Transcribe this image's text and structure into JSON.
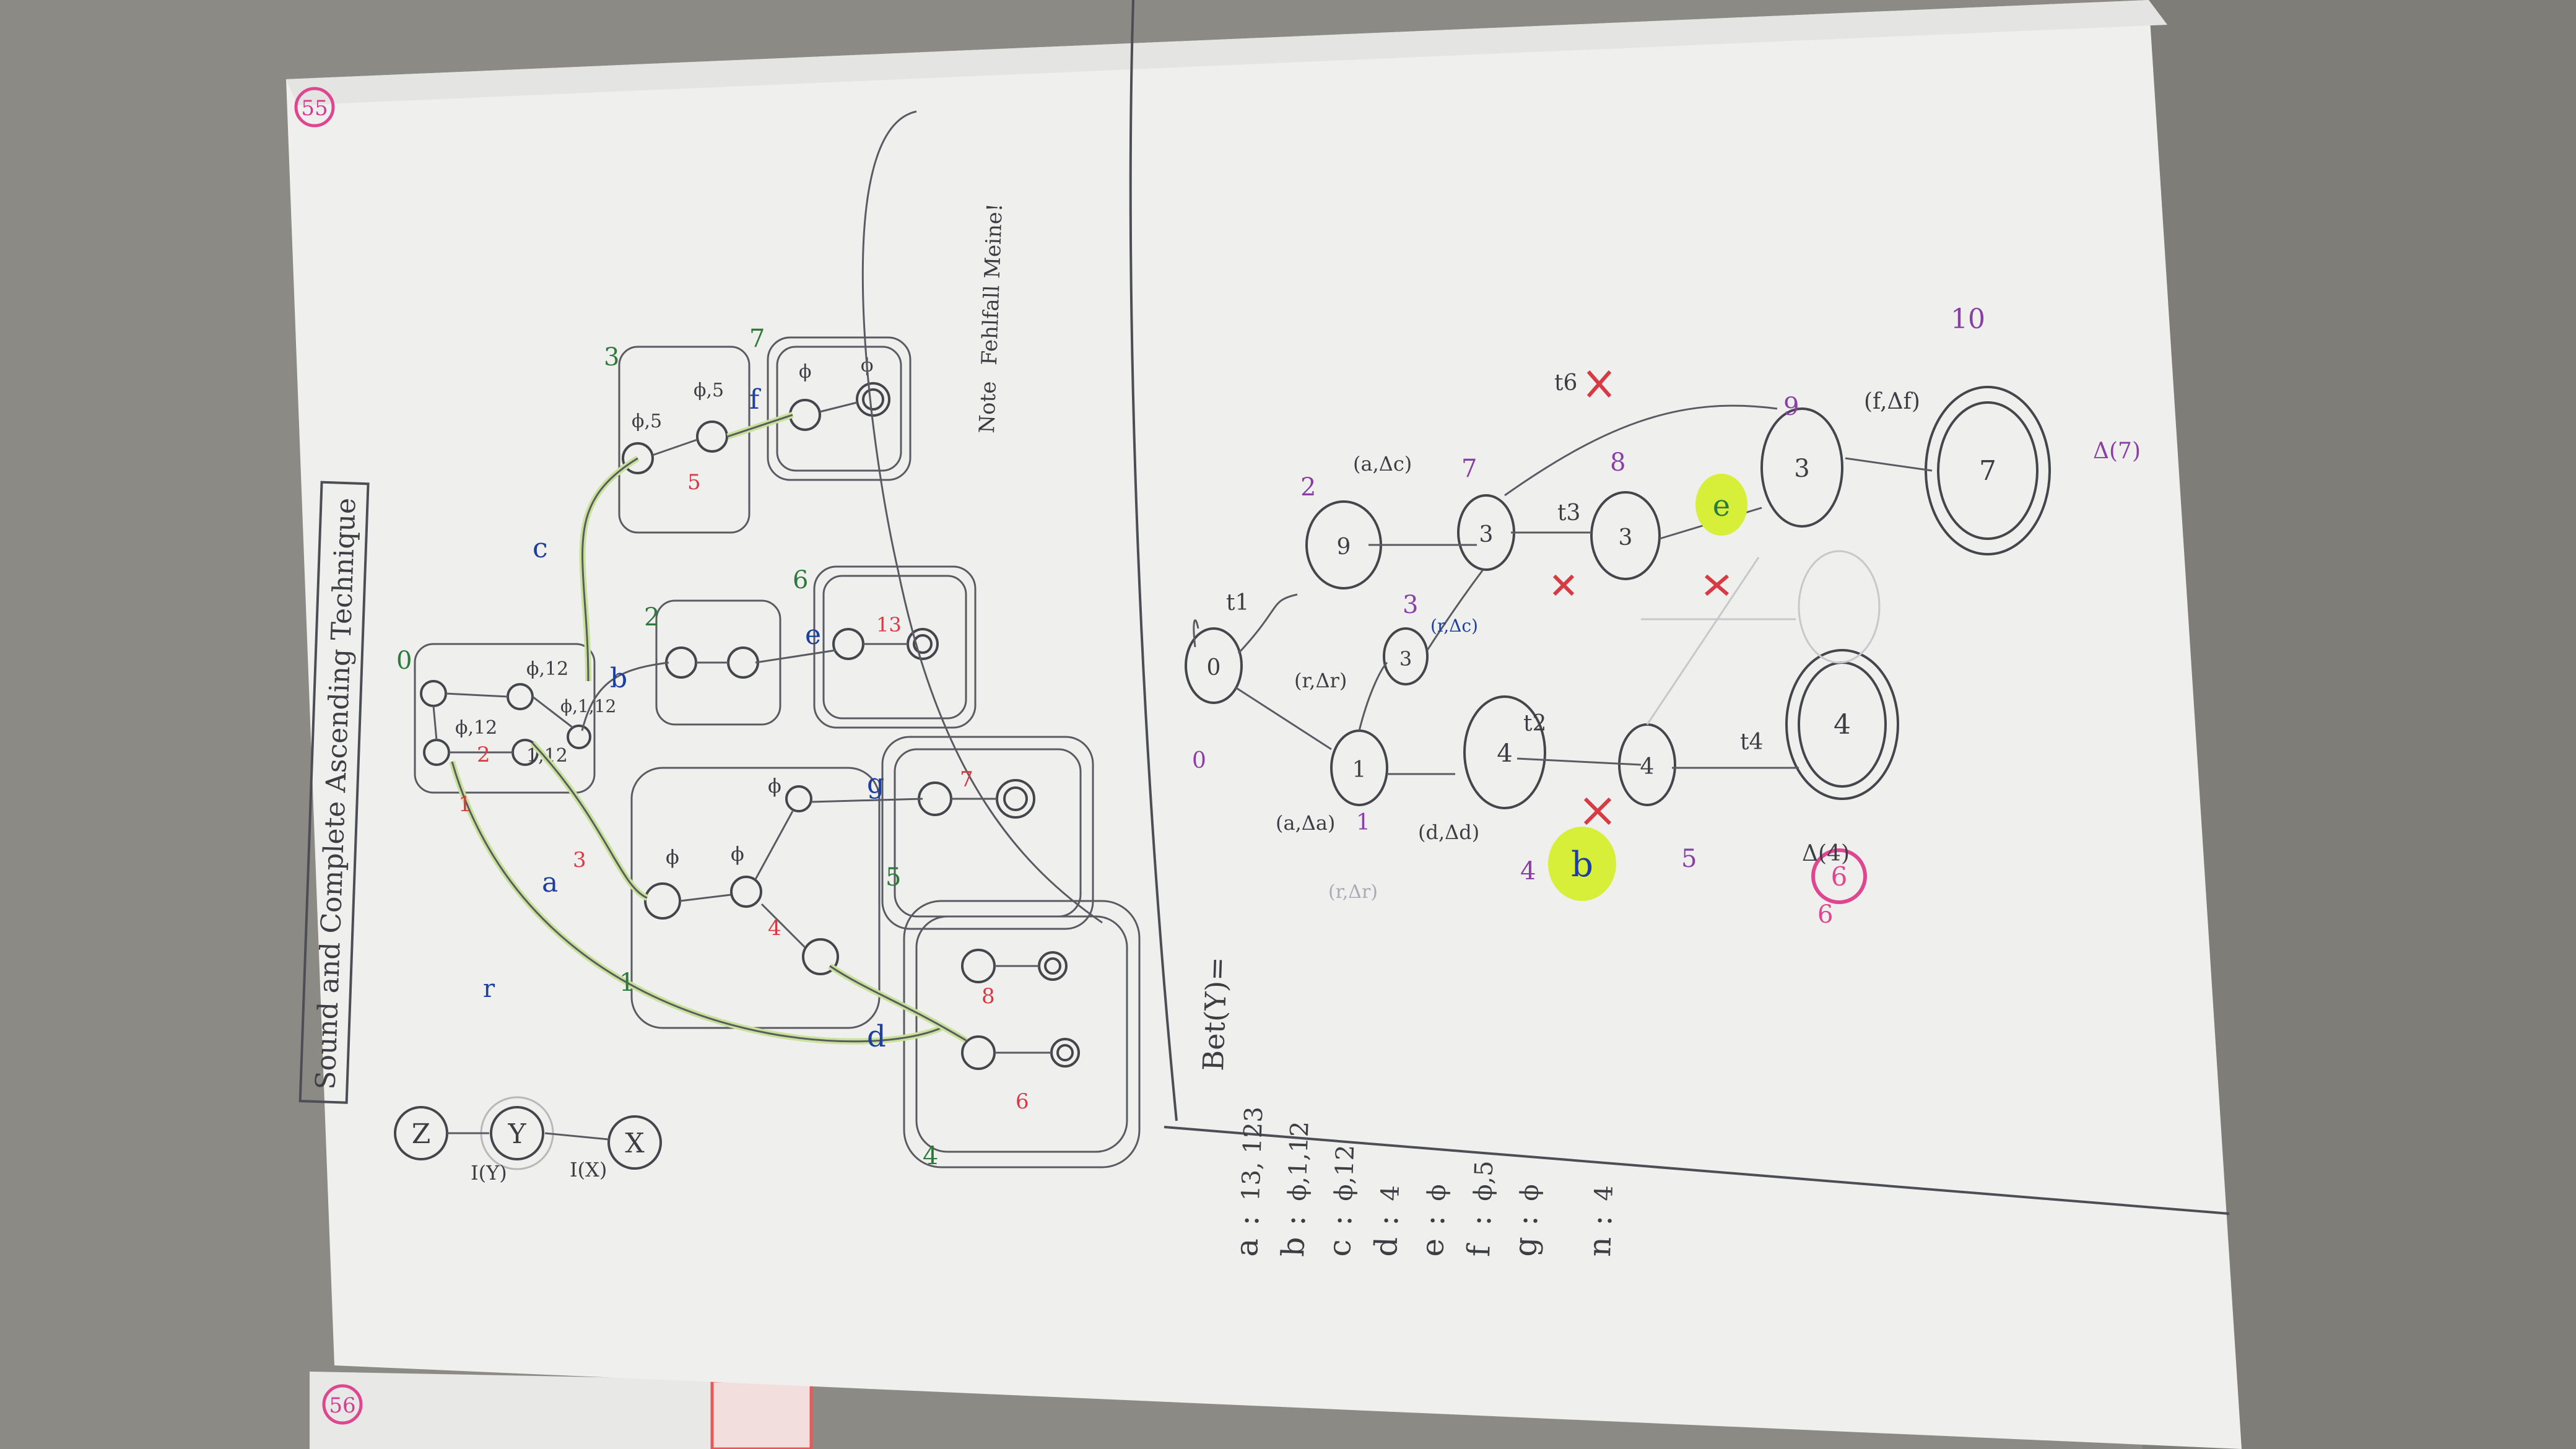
{
  "colors": {
    "table": "#8c8a84",
    "paper": "#f1f1f0",
    "paper_shadow": "#d9d9d6",
    "pencil": "#4d4d55",
    "red_ink": "#d83a44",
    "pink_ink": "#e0458f",
    "blue_ink": "#1d3f9e",
    "green_ink": "#2e7a3c",
    "purple_ink": "#8a3fa6",
    "highlighter": "#d8ef3a",
    "green_highlighter": "#a9d86a"
  },
  "page": {
    "number": "55",
    "next_page_number": "56",
    "title": "Sound and Complete Ascending Technique",
    "note_label": "Note",
    "note_text": "Fehlfall Meine!"
  },
  "top_diagram": {
    "component_nodes": [
      "Z",
      "Y",
      "X"
    ],
    "component_edges": [
      "I(Y)",
      "I(X)"
    ],
    "edge_labels": [
      "a",
      "b",
      "c",
      "d",
      "e",
      "f",
      "g",
      "r"
    ],
    "state_labels": [
      "ϕ,12",
      "ϕ,12",
      "ϕ,1,12",
      "1,12",
      "ϕ",
      "ϕ",
      "ϕ",
      "ϕ,5",
      "ϕ,5",
      "ϕ",
      "ϕ",
      "13"
    ],
    "state_numbers": [
      "1",
      "2",
      "3",
      "4",
      "5",
      "6",
      "7",
      "8"
    ],
    "box_numbers": [
      "0",
      "1",
      "2",
      "3",
      "4",
      "5",
      "6",
      "7"
    ]
  },
  "bottom_diagram": {
    "heading": "Bet(Y)=",
    "node_labels": [
      "0",
      "1",
      "9",
      "3",
      "3",
      "3",
      "3",
      "4",
      "4",
      "4",
      "7",
      "6"
    ],
    "transition_labels": [
      "t1",
      "t2",
      "t3",
      "t4",
      "t6"
    ],
    "pair_labels": [
      "(a,Δa)",
      "(r,Δr)",
      "(d,Δd)",
      "(r,Δr)",
      "(r,Δc)",
      "(a,Δc)",
      "(f,Δf)"
    ],
    "color_numbers": [
      "0",
      "1",
      "2",
      "3",
      "4",
      "5",
      "6",
      "7",
      "8",
      "9",
      "10"
    ],
    "delta_labels": [
      "Δ(4)",
      "Δ(7)"
    ],
    "highlighted": [
      "b",
      "e"
    ]
  },
  "mapping": [
    {
      "key": "a",
      "value": "13, 123"
    },
    {
      "key": "b",
      "value": "ϕ,1,12"
    },
    {
      "key": "c",
      "value": "ϕ,12"
    },
    {
      "key": "d",
      "value": "4"
    },
    {
      "key": "e",
      "value": "ϕ"
    },
    {
      "key": "f",
      "value": "ϕ,5"
    },
    {
      "key": "g",
      "value": "ϕ"
    },
    {
      "key": "n",
      "value": "4"
    }
  ]
}
